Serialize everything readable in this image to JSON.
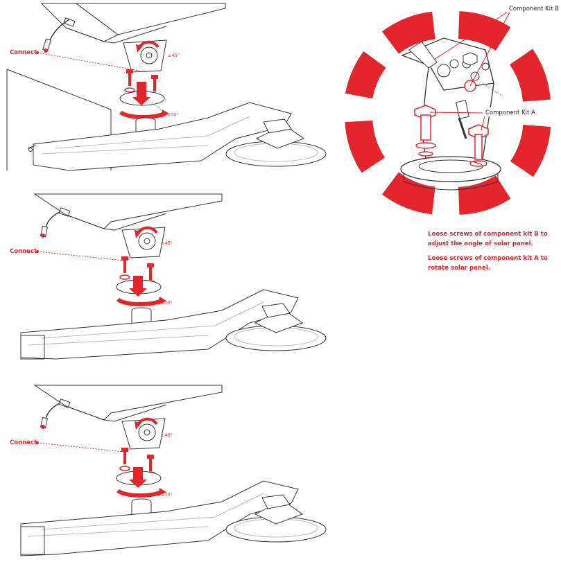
{
  "colors": {
    "accent": "#e3262b",
    "line": "#333333",
    "light": "#b8b8b8"
  },
  "steps": [
    {
      "connect": "Connect",
      "tilt": "±45°",
      "rotate": "270°"
    },
    {
      "connect": "Connect",
      "tilt": "±45°",
      "rotate": "270°"
    },
    {
      "connect": "Connect",
      "tilt": "±45°",
      "rotate": "270°"
    }
  ],
  "detail": {
    "kit_b": "Component Kit B",
    "kit_a": "Component Kit A"
  },
  "notes": [
    "Loose screws of component kit B to adjust the angle of solar panel.",
    "Loose screws of component kit A to rotate solar panel."
  ]
}
